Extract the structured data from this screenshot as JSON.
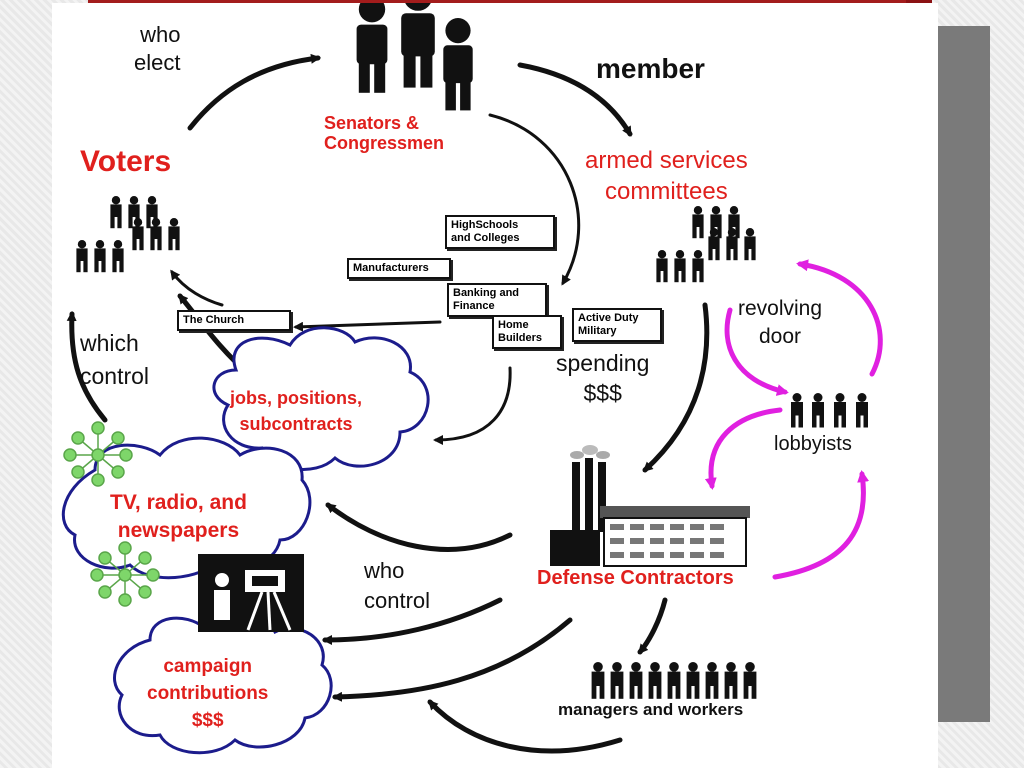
{
  "labels": {
    "who_elect": "who\nelect",
    "member": "member",
    "senators": "Senators &\nCongressmen",
    "voters": "Voters",
    "armed_services": "armed services\ncommittees",
    "revolving_door": "revolving\ndoor",
    "lobbyists": "lobbyists",
    "which_control": "which\ncontrol",
    "spending": "spending\n$$$",
    "jobs": "jobs, positions,\nsubcontracts",
    "media": "TV, radio, and\nnewspapers",
    "defense_contractors": "Defense Contractors",
    "who_control": "who\ncontrol",
    "campaign": "campaign\ncontributions\n$$$",
    "managers_workers": "managers and workers"
  },
  "boxes": {
    "highschools": "HighSchools\nand Colleges",
    "manufacturers": "Manufacturers",
    "banking": "Banking and\nFinance",
    "home_builders": "Home\nBuilders",
    "active_duty": "Active Duty\nMilitary",
    "church": "The Church"
  },
  "colors": {
    "label_red": "#e0201d",
    "cloud_outline": "#1c1c8c",
    "revolving_arrow": "#e020e0",
    "network_nodes": "#7ed66a"
  },
  "icons": [
    "person-icon",
    "crowd-icon",
    "factory-icon",
    "camera-icon",
    "network-icon"
  ]
}
